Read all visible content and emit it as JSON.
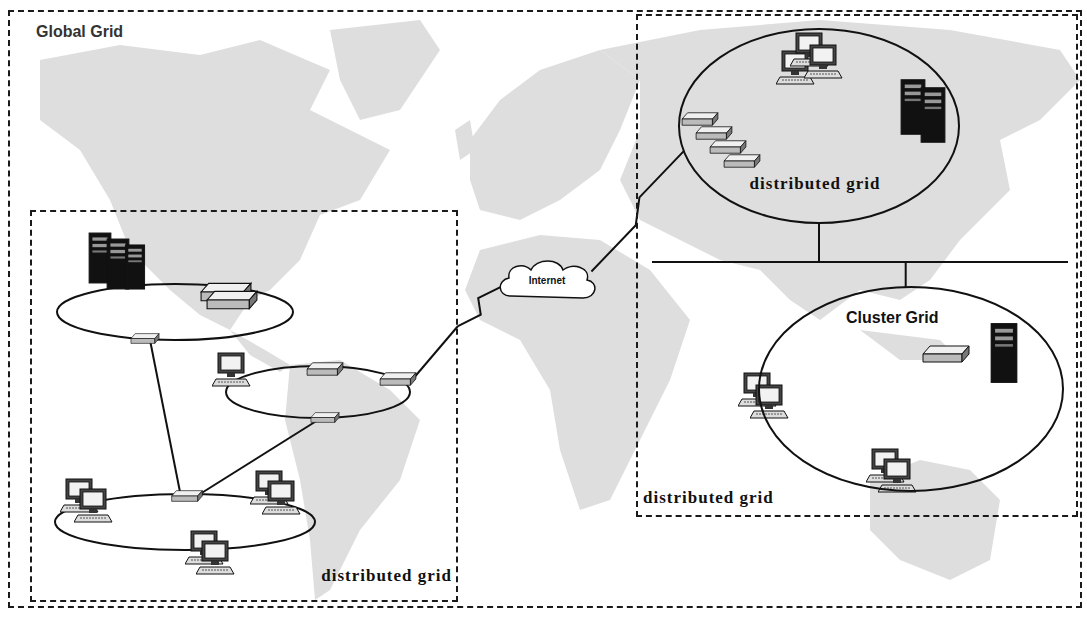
{
  "diagram": {
    "nodes": [
      {
        "text": [
          "Global Grid"
        ]
      },
      {
        "text": [
          "distributed grid"
        ],
        "in": 0
      },
      {
        "text": [
          "distributed grid"
        ],
        "in": 0
      },
      {
        "text": [
          "Internet"
        ],
        "in": 0
      },
      {
        "text": [
          "distributed grid"
        ],
        "in": 2
      },
      {
        "text": [
          "Cluster Grid"
        ],
        "in": 2
      }
    ],
    "edges": [
      {
        "from": 1,
        "to": 3,
        "arrow": "none"
      },
      {
        "from": 3,
        "to": 4,
        "arrow": "none"
      },
      {
        "from": 4,
        "to": 5,
        "arrow": "none"
      }
    ]
  }
}
